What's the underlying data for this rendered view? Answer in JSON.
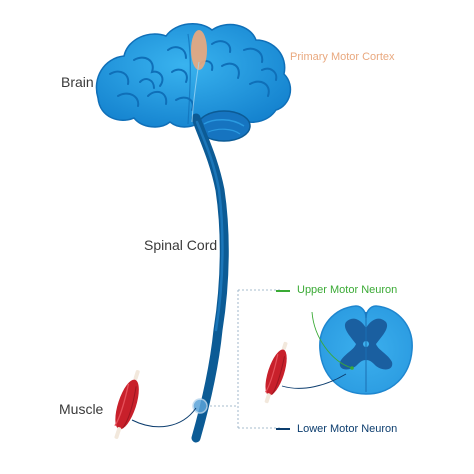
{
  "labels": {
    "brain": "Brain",
    "spinal_cord": "Spinal Cord",
    "muscle": "Muscle",
    "primary_motor_cortex": "Primary Motor Cortex",
    "upper_motor_neuron": "Upper Motor Neuron",
    "lower_motor_neuron": "Lower Motor Neuron"
  },
  "colors": {
    "brain_light": "#2ea6e6",
    "brain_mid": "#1c8fd6",
    "brain_dark": "#0f6fb8",
    "spinal_cord": "#0c5b95",
    "motor_cortex": "#e9a87e",
    "upper_motor_neuron": "#3aaa35",
    "lower_motor_neuron": "#0c3d6e",
    "muscle_red": "#c8202b",
    "tendon": "#f2e8dc",
    "label_text": "#3a3a3a"
  }
}
